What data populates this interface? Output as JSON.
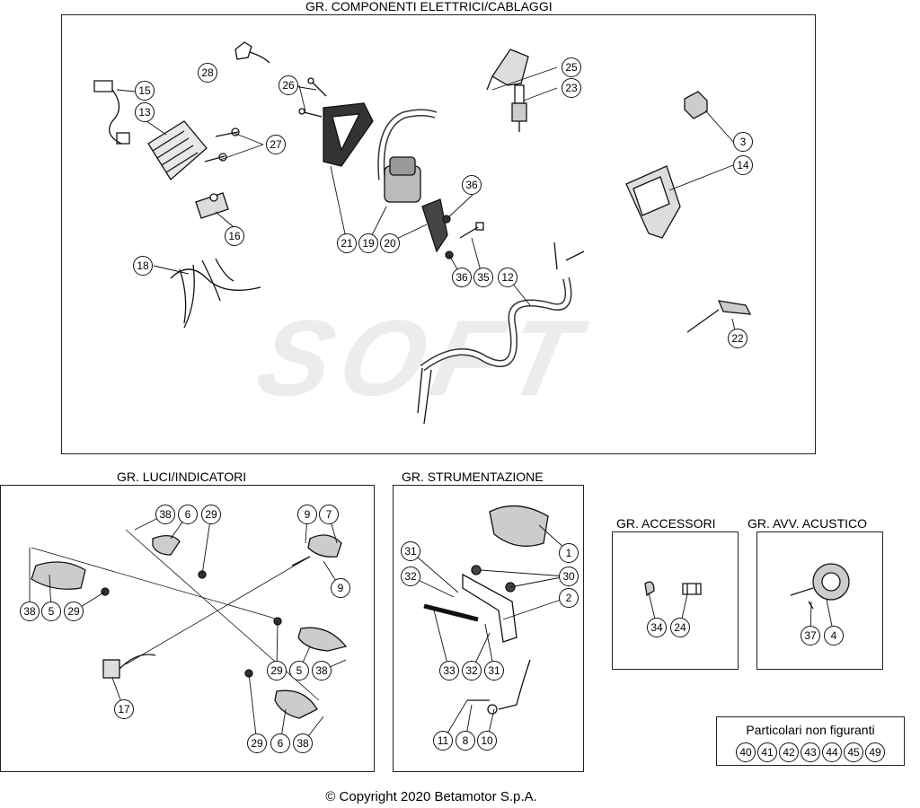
{
  "groups": {
    "electrical": {
      "title": "GR. COMPONENTI ELETTRICI/CABLAGGI"
    },
    "lights": {
      "title": "GR. LUCI/INDICATORI"
    },
    "instruments": {
      "title": "GR. STRUMENTAZIONE"
    },
    "accessories": {
      "title": "GR. ACCESSORI"
    },
    "horn": {
      "title": "GR. AVV. ACUSTICO"
    }
  },
  "callouts": {
    "electrical": [
      "28",
      "26",
      "25",
      "23",
      "15",
      "13",
      "27",
      "3",
      "14",
      "36",
      "21",
      "19",
      "20",
      "16",
      "18",
      "36",
      "35",
      "12",
      "22"
    ],
    "lights": [
      "38",
      "6",
      "29",
      "9",
      "7",
      "9",
      "38",
      "5",
      "29",
      "29",
      "5",
      "38",
      "17",
      "29",
      "6",
      "38"
    ],
    "instruments": [
      "1",
      "31",
      "30",
      "32",
      "2",
      "33",
      "32",
      "31",
      "11",
      "8",
      "10"
    ],
    "accessories": [
      "34",
      "24"
    ],
    "horn": [
      "37",
      "4"
    ]
  },
  "legend": {
    "title": "Particolari non figuranti",
    "numbers": [
      "40",
      "41",
      "42",
      "43",
      "44",
      "45",
      "49"
    ]
  },
  "watermark": "SOFT",
  "copyright": "© Copyright 2020 Betamotor S.p.A."
}
